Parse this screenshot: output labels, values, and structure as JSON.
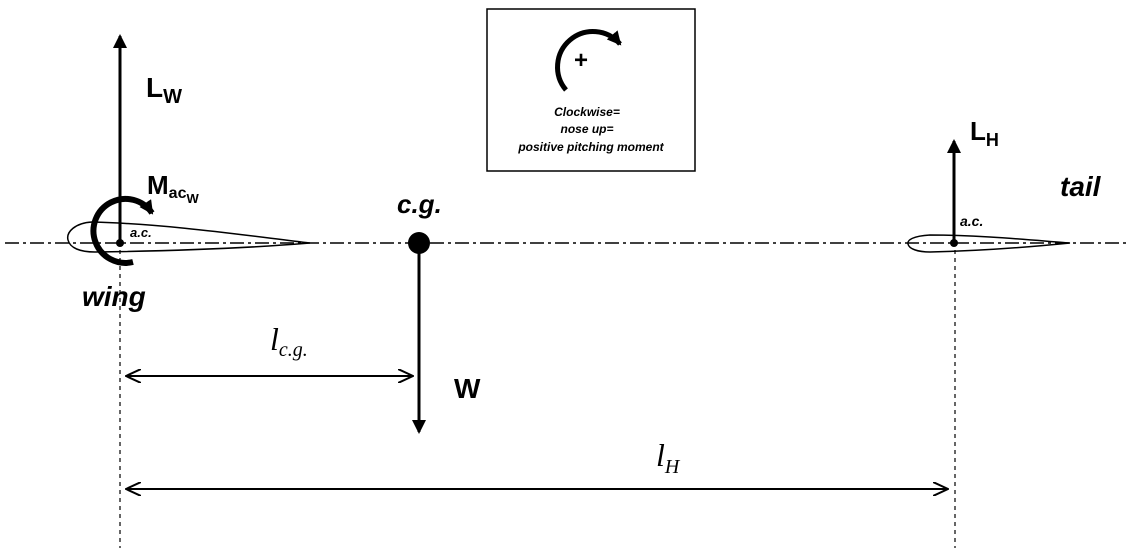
{
  "colors": {
    "ink": "#000000",
    "background": "#ffffff"
  },
  "labels": {
    "lift_wing_main": "L",
    "lift_wing_sub": "W",
    "moment_main": "M",
    "moment_sub1": "ac",
    "moment_sub2": "W",
    "wing_ac": "a.c.",
    "wing": "wing",
    "cg": "c.g.",
    "weight": "W",
    "lift_tail_main": "L",
    "lift_tail_sub": "H",
    "tail_ac": "a.c.",
    "tail": "tail",
    "lcg_main": "l",
    "lcg_sub": "c.g.",
    "lh_main": "l",
    "lh_sub": "H"
  },
  "legend": {
    "plus": "+",
    "line1": "Clockwise=",
    "line2": "nose up=",
    "line3": "positive pitching moment"
  },
  "icons": [
    "clockwise-arrow-icon"
  ]
}
